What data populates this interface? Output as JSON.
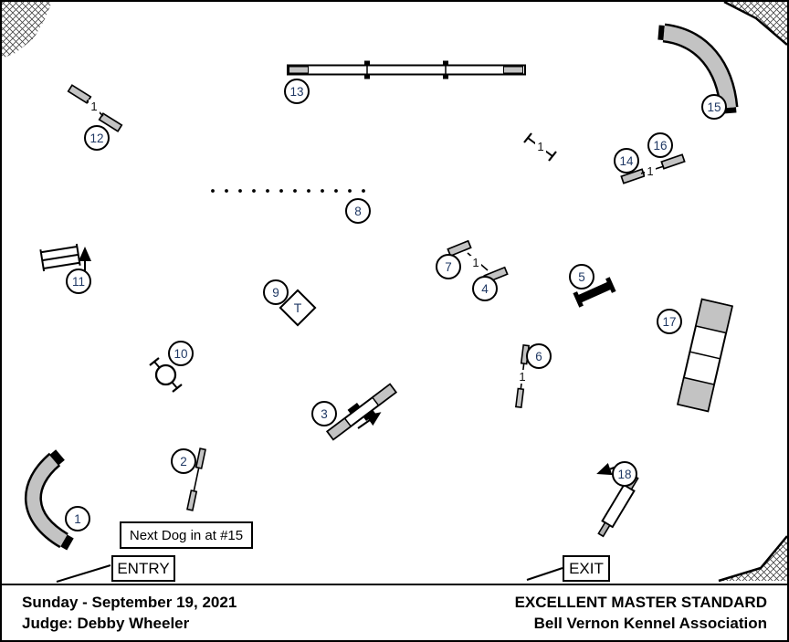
{
  "title_block": {
    "date": "Sunday - September 19, 2021",
    "judge": "Judge: Debby Wheeler",
    "class_name": "EXCELLENT MASTER STANDARD",
    "club": "Bell Vernon Kennel Association"
  },
  "labels": {
    "next_dog": "Next Dog in at #15",
    "entry": "ENTRY",
    "exit": "EXIT",
    "table": "T",
    "single_bar": "1"
  },
  "colors": {
    "obstacle_gray": "#c3c3c3",
    "number_blue": "#1f3864",
    "line_black": "#000000"
  },
  "course": {
    "weave_pole_count": 12,
    "note": "unnumbered single-bar jump shown near dog walk exit"
  },
  "obstacles": [
    {
      "number": "1",
      "type": "curved tunnel"
    },
    {
      "number": "2",
      "type": "single bar jump"
    },
    {
      "number": "3",
      "type": "teeter"
    },
    {
      "number": "4",
      "type": "winged single jump (shared with 7)"
    },
    {
      "number": "5",
      "type": "wall jump"
    },
    {
      "number": "6",
      "type": "single bar jump"
    },
    {
      "number": "7",
      "type": "winged single jump (shared with 4)"
    },
    {
      "number": "8",
      "type": "weave poles"
    },
    {
      "number": "9",
      "type": "pause table"
    },
    {
      "number": "10",
      "type": "tire jump"
    },
    {
      "number": "11",
      "type": "broad jump"
    },
    {
      "number": "12",
      "type": "winged single jump"
    },
    {
      "number": "13",
      "type": "dog walk"
    },
    {
      "number": "14",
      "type": "winged single jump (shared with 16)"
    },
    {
      "number": "15",
      "type": "curved tunnel"
    },
    {
      "number": "16",
      "type": "winged single jump (shared with 14)"
    },
    {
      "number": "17",
      "type": "A-frame"
    },
    {
      "number": "18",
      "type": "panel jump"
    }
  ]
}
